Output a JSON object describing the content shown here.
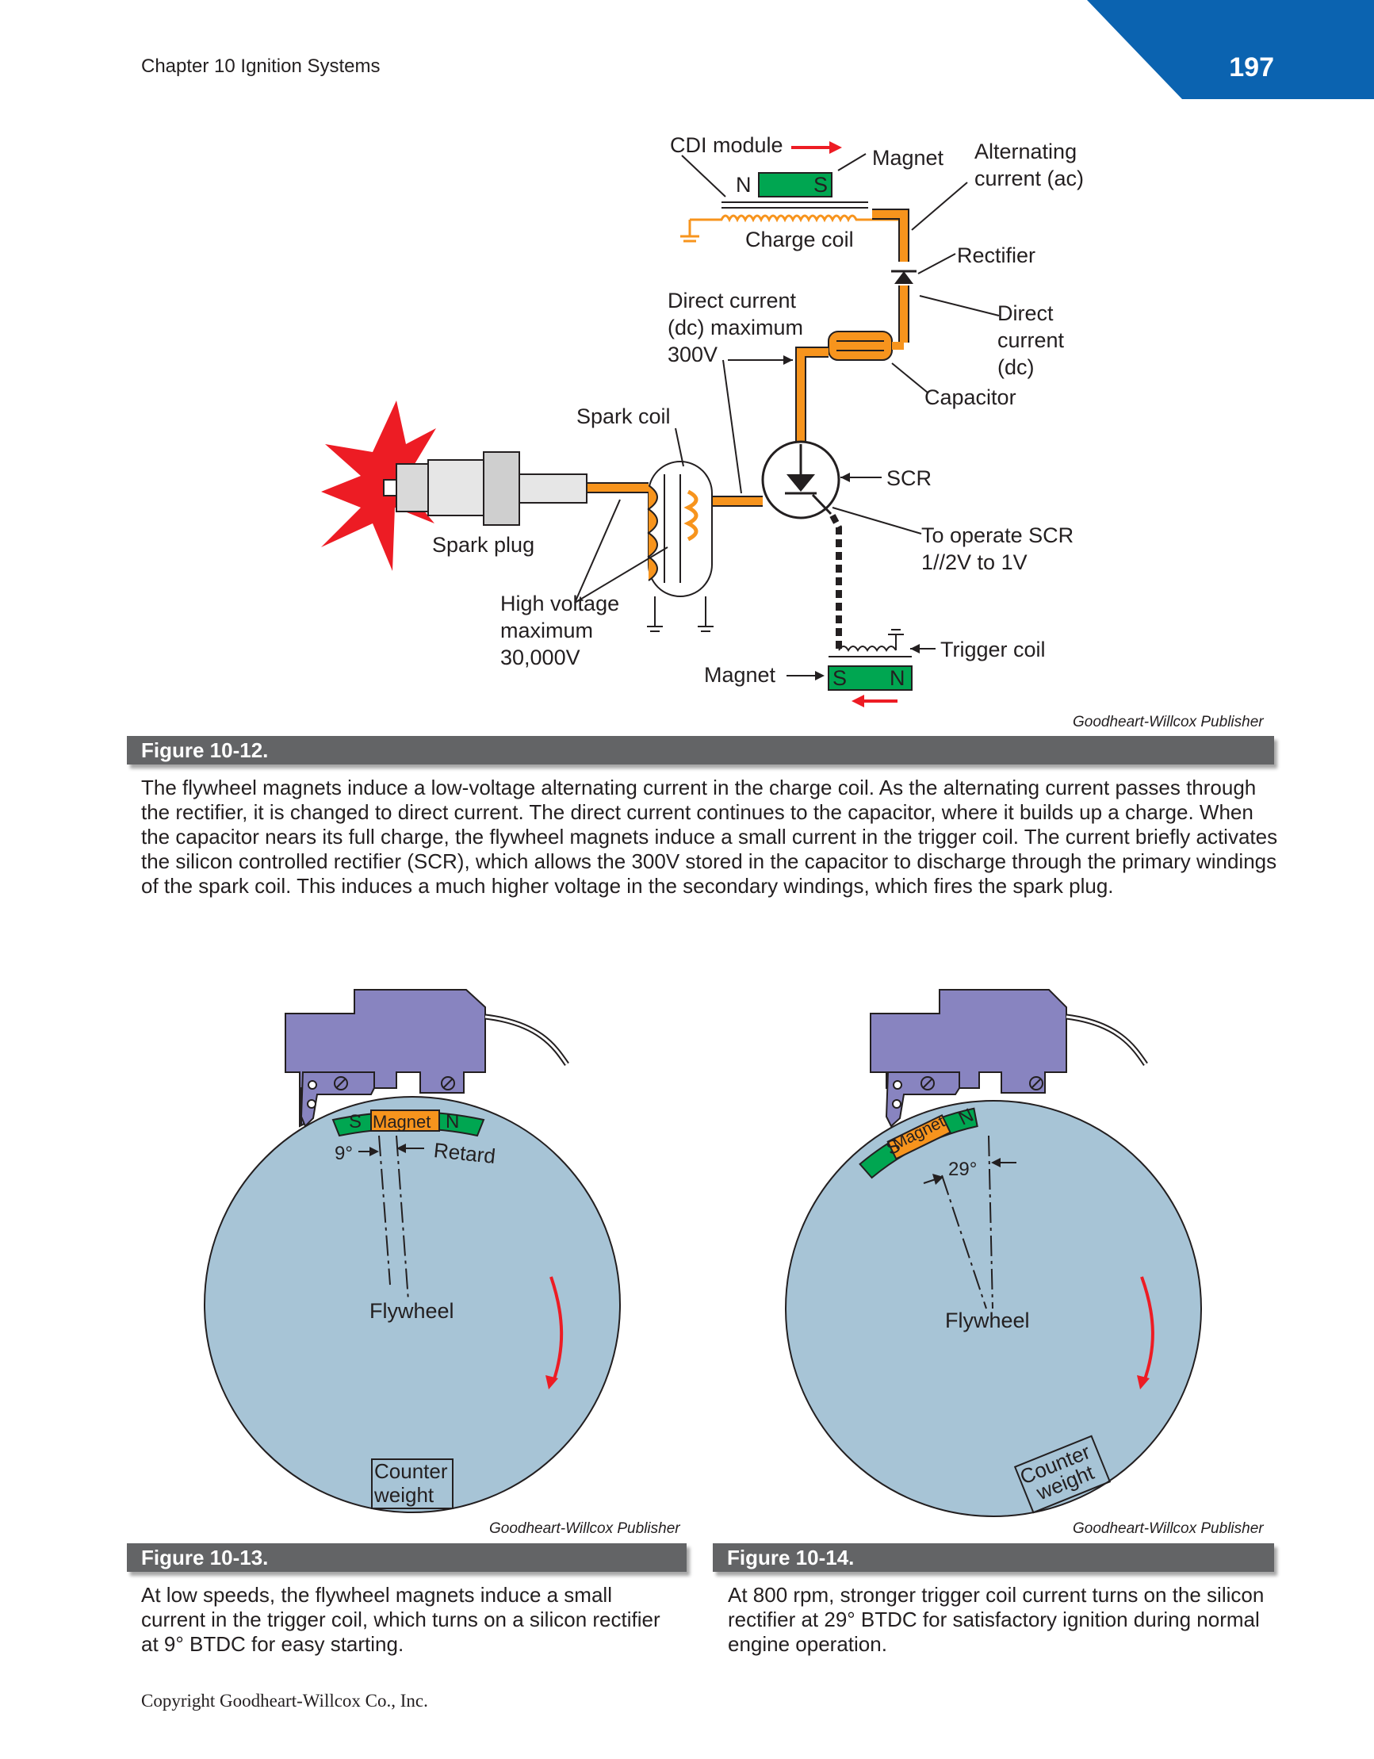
{
  "header": {
    "chapter": "Chapter 10   Ignition Systems",
    "page_number": "197"
  },
  "fig12": {
    "labels": {
      "cdi_module": "CDI module",
      "magnet_top": "Magnet",
      "ac": "Alternating\ncurrent (ac)",
      "charge_coil": "Charge coil",
      "rectifier": "Rectifier",
      "dc_max": "Direct current\n(dc) maximum\n300V",
      "dc": "Direct\ncurrent\n(dc)",
      "capacitor": "Capacitor",
      "spark_coil": "Spark coil",
      "scr": "SCR",
      "spark_plug": "Spark plug",
      "operate_scr": "To operate SCR\n1//2V to 1V",
      "high_voltage": "High voltage\nmaximum\n30,000V",
      "trigger_coil": "Trigger coil",
      "magnet_bottom": "Magnet",
      "pole_n": "N",
      "pole_s": "S"
    },
    "credit": "Goodheart-Willcox Publisher",
    "title": "Figure 10-12.",
    "caption": "The flywheel magnets induce a low-voltage alternating current in the charge coil. As the alternating current passes through the rectifier, it is changed to direct current. The direct current continues to the capacitor, where it builds up a charge. When the capacitor nears its full charge, the flywheel magnets induce a small current in the trigger coil. The current briefly activates the silicon controlled rectifier (SCR), which allows the 300V stored in the capacitor to discharge through the primary windings of the spark coil. This induces a much higher voltage in the secondary windings, which fires the spark plug."
  },
  "fig13": {
    "labels": {
      "s": "S",
      "magnet": "Magnet",
      "n": "N",
      "angle": "9°",
      "retard": "Retard",
      "flywheel": "Flywheel",
      "counterweight_1": "Counter",
      "counterweight_2": "weight"
    },
    "credit": "Goodheart-Willcox Publisher",
    "title": "Figure 10-13.",
    "caption": "At low speeds, the flywheel magnets induce a small current in the trigger coil, which turns on a silicon rectifier at 9° BTDC for easy starting."
  },
  "fig14": {
    "labels": {
      "s": "S",
      "magnet": "Magnet",
      "n": "N",
      "angle": "29°",
      "flywheel": "Flywheel",
      "counterweight_1": "Counter",
      "counterweight_2": "weight"
    },
    "credit": "Goodheart-Willcox Publisher",
    "title": "Figure 10-14.",
    "caption": "At 800 rpm, stronger trigger coil current turns on the silicon rectifier at 29° BTDC for satisfactory ignition during normal engine operation."
  },
  "copyright": "Copyright Goodheart-Willcox Co., Inc.",
  "colors": {
    "orange": "#f7941d",
    "green": "#00a651",
    "purple": "#8884c0",
    "flywheel": "#a7c4d6",
    "red": "#ed1c24",
    "tab_blue": "#0b63b0"
  }
}
